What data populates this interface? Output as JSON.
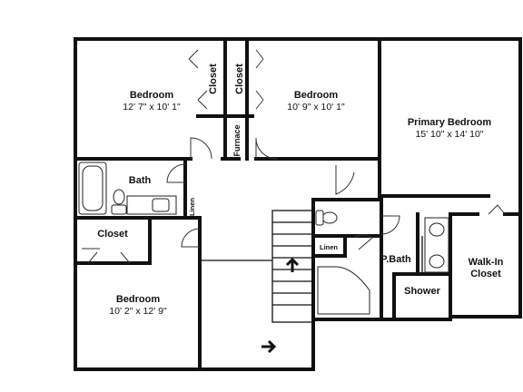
{
  "rooms": {
    "bedroom_nw": {
      "name": "Bedroom",
      "dims": "12' 7\" x 10' 1\""
    },
    "bedroom_nc": {
      "name": "Bedroom",
      "dims": "10' 9\" x 10' 1\""
    },
    "primary_bedroom": {
      "name": "Primary Bedroom",
      "dims": "15' 10\" x 14' 10\""
    },
    "bedroom_sw": {
      "name": "Bedroom",
      "dims": "10' 2\" x 12' 9\""
    },
    "bath": {
      "name": "Bath"
    },
    "p_bath": {
      "name": "P.Bath"
    },
    "walk_in_closet": {
      "line1": "Walk-In",
      "line2": "Closet"
    },
    "shower": {
      "name": "Shower"
    }
  },
  "labels": {
    "closet_nw": "Closet",
    "closet_nc": "Closet",
    "closet_sw": "Closet",
    "furnace": "Furnace",
    "linen_bath": "Linen",
    "linen_pbath": "Linen"
  }
}
